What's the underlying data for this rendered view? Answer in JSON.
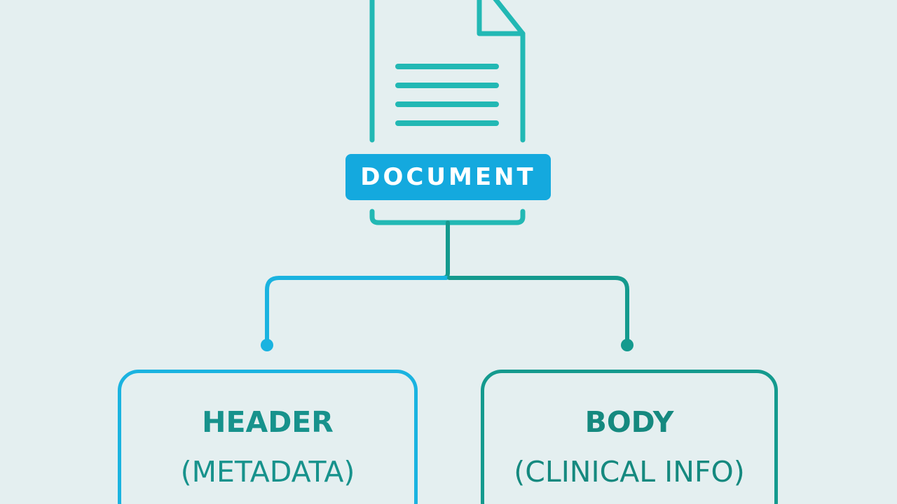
{
  "colors": {
    "background": "#e4eff0",
    "teal": "#22b8b4",
    "blue": "#1ab3e0",
    "label_fill": "#14a9de",
    "dark_teal": "#149a8e",
    "header_text": "#17928c",
    "body_text": "#15897f"
  },
  "document": {
    "icon": "document-icon",
    "label": "DOCUMENT"
  },
  "header_box": {
    "title": "HEADER",
    "subtitle": "(METADATA)"
  },
  "body_box": {
    "title": "BODY",
    "subtitle": "(CLINICAL INFO)"
  }
}
